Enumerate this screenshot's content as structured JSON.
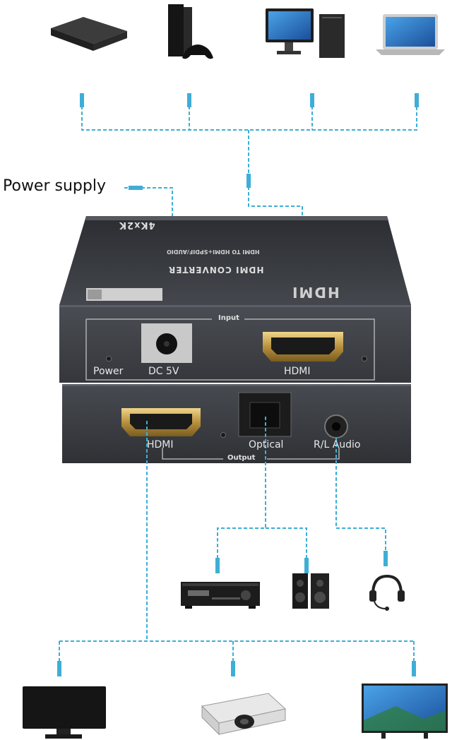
{
  "power_supply_label": "Power supply",
  "device": {
    "top_text_1": "HDMI CONVERTER",
    "top_text_2": "HDMI TO HDMI+SPDIF/AUDIO",
    "top_text_3": "4Kx2K",
    "logo": "HDMI",
    "input_label": "Input",
    "output_label": "Output",
    "ports_front": {
      "power": "Power",
      "dc": "DC 5V",
      "hdmi": "HDMI"
    },
    "ports_back": {
      "hdmi": "HDMI",
      "optical": "Optical",
      "audio": "R/L Audio"
    }
  },
  "sources": [
    {
      "icon": "tv-box-icon"
    },
    {
      "icon": "game-console-icon"
    },
    {
      "icon": "desktop-computer-icon"
    },
    {
      "icon": "laptop-icon"
    }
  ],
  "audio_outputs": [
    {
      "icon": "av-receiver-icon"
    },
    {
      "icon": "speakers-icon"
    },
    {
      "icon": "headset-icon"
    }
  ],
  "displays": [
    {
      "icon": "monitor-icon"
    },
    {
      "icon": "projector-icon"
    },
    {
      "icon": "television-icon"
    }
  ],
  "colors": {
    "connector": "#3eaed6",
    "device_body": "#3a3d42",
    "background": "#ffffff"
  }
}
